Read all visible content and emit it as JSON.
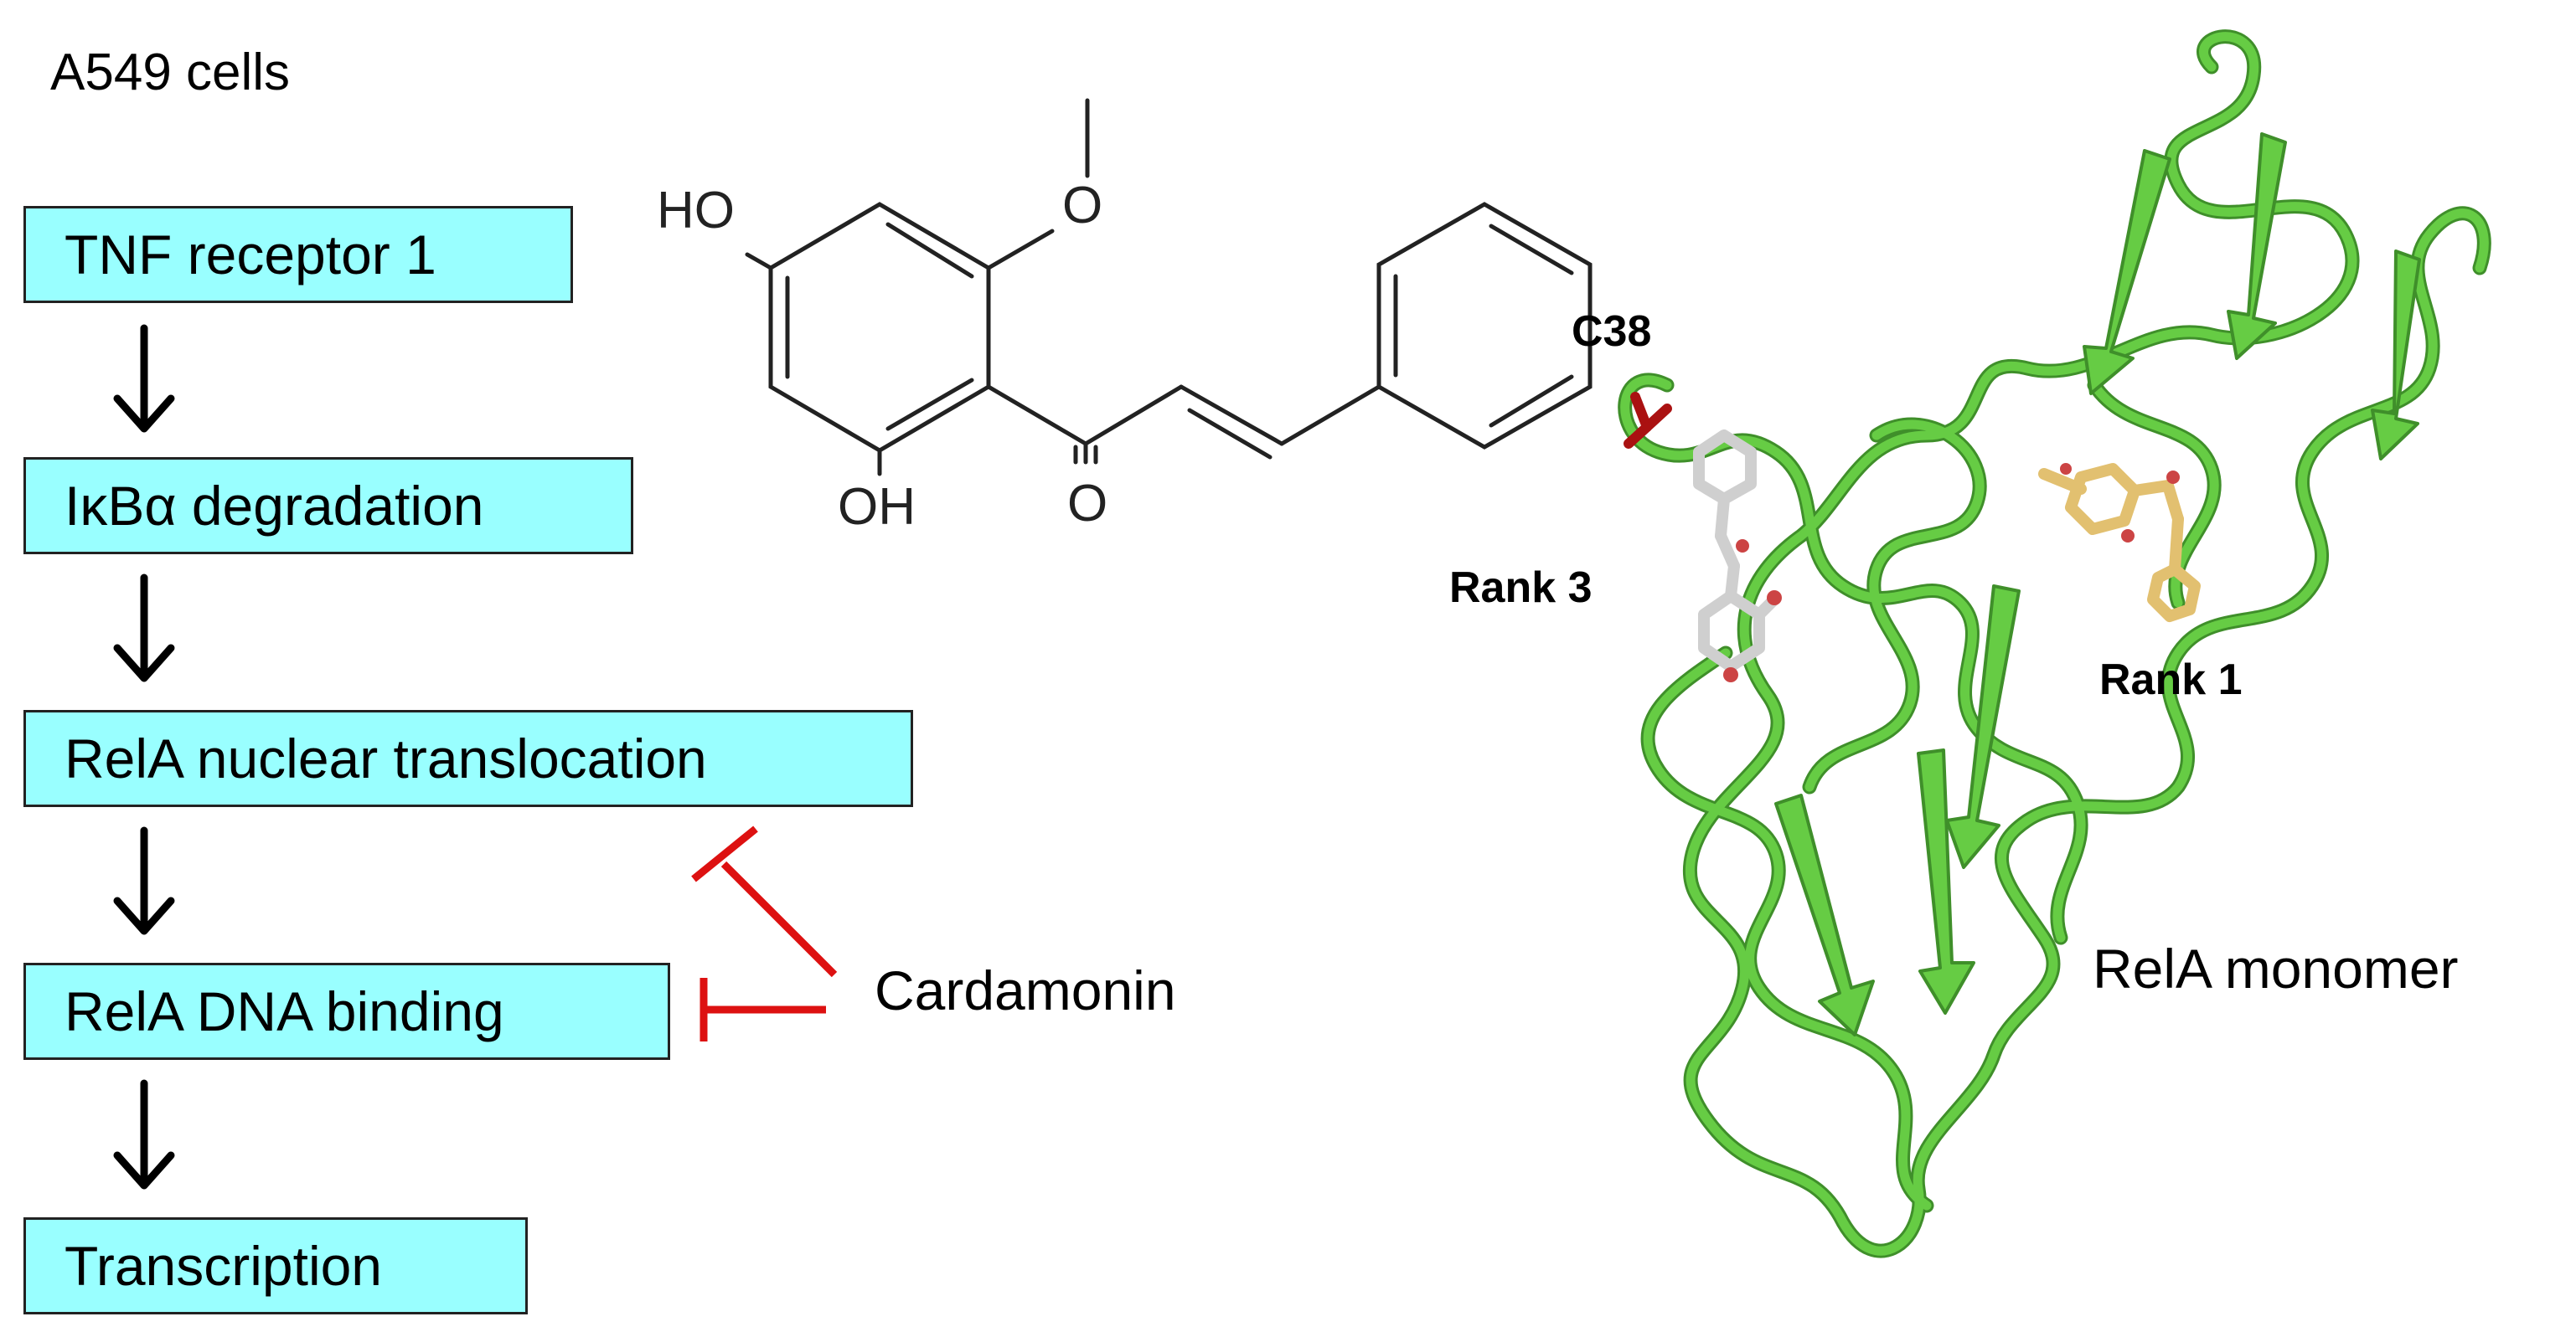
{
  "title": "A549 cells",
  "pathway": {
    "step1": "TNF receptor 1",
    "step2": "IκBα degradation",
    "step3": "RelA nuclear translocation",
    "step4": "RelA DNA binding",
    "step5": "Transcription"
  },
  "inhibitor": "Cardamonin",
  "molecule_labels": {
    "ho": "HO",
    "oh": "OH",
    "o_ketone": "O",
    "o_methoxy": "O"
  },
  "protein": {
    "name": "RelA monomer",
    "residue_label": "C38",
    "site_rank3": "Rank 3",
    "site_rank1": "Rank 1"
  },
  "colors": {
    "box_fill": "#99ffff",
    "inhibition": "#dd1111",
    "protein": "#66cc44",
    "residue": "#aa1111",
    "ligand_rank3": "#cfcfcf",
    "ligand_rank1": "#e2c070"
  }
}
